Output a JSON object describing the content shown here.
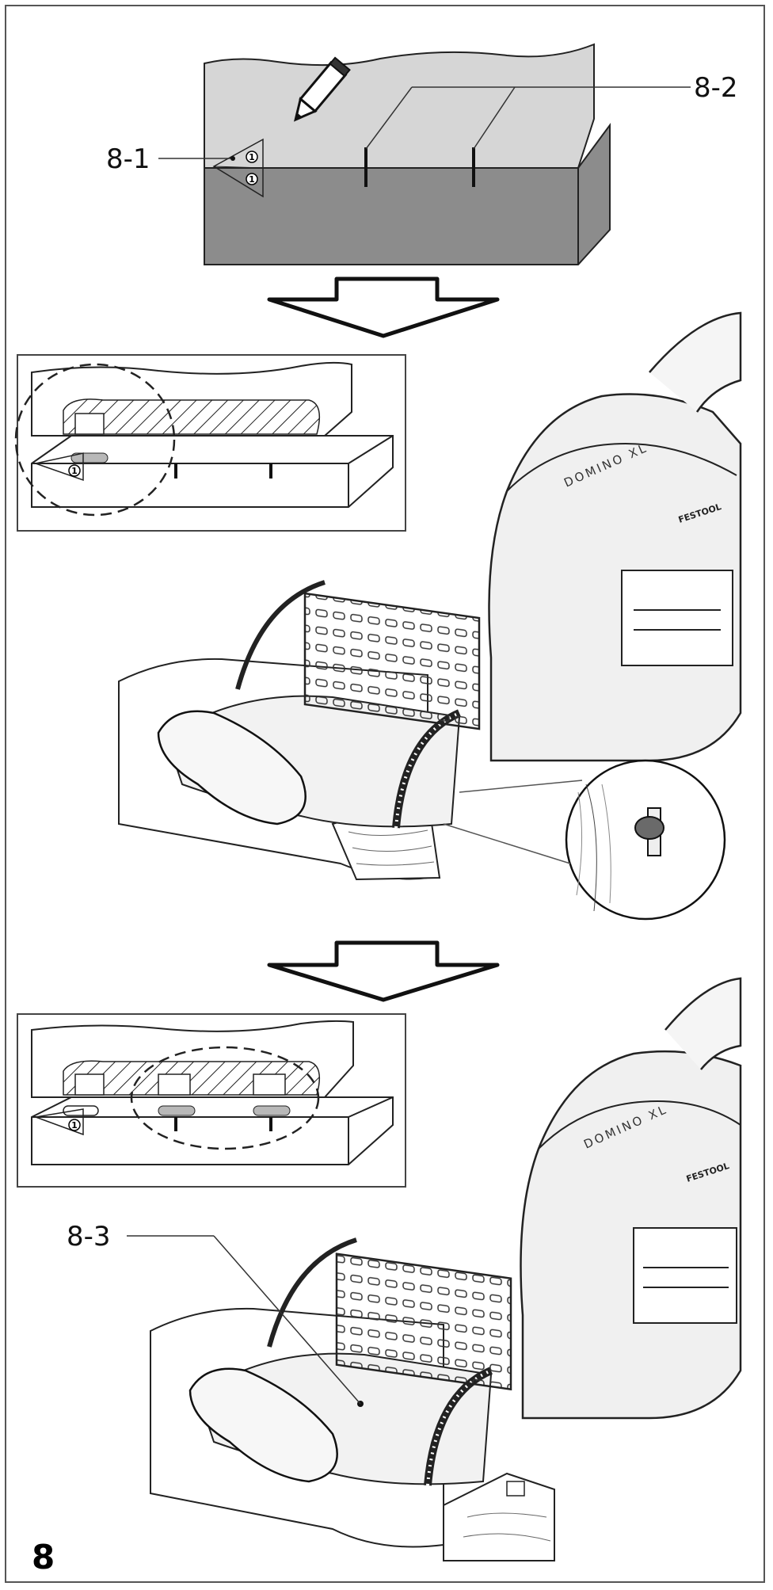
{
  "labels": {
    "marking_symbol": "8-1",
    "pencil_lines": "8-2",
    "center_mark": "8-3"
  },
  "figure_number": "8",
  "reference_mark": "1",
  "machine_branding": {
    "model": "DOMINO XL",
    "maker": "FESTOOL"
  },
  "icons": [
    "pencil-icon",
    "arrow-down-icon"
  ],
  "colors": {
    "line": "#1a1a1a",
    "wood_light": "#d6d6d6",
    "wood_dark": "#8c8c8c",
    "mortise": "#b8b8b8"
  }
}
